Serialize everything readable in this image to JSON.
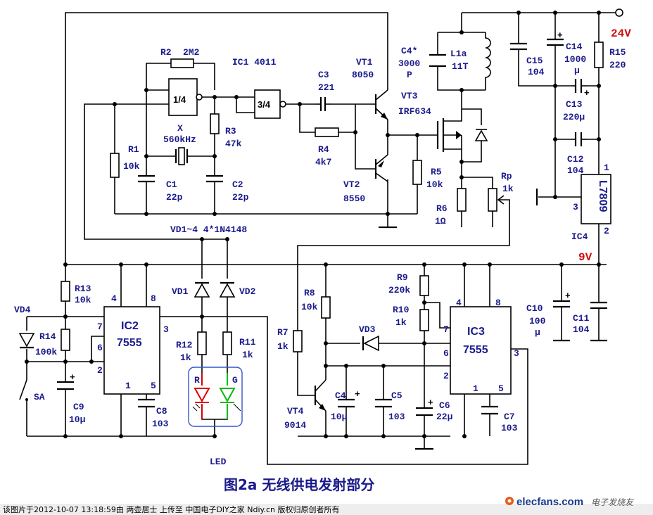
{
  "figure": {
    "title": "图2a  无线供电发射部分",
    "footer": "该图片于2012-10-07 13:18:59由 两壶居士 上传至 中国电子DIY之家 Ndiy.cn 版权归原创者所有",
    "watermark": "elecfans.com",
    "watermark_cn": "电子发烧友"
  },
  "ic_labels": {
    "ic1": "IC1  4011",
    "gate_a": "1/4",
    "gate_b": "3/4",
    "ic2_name": "IC2",
    "ic2_type": "7555",
    "ic3_name": "IC3",
    "ic3_type": "7555",
    "ic4_type": "L7809",
    "ic4_name": "IC4"
  },
  "pins": {
    "ic2": [
      "4",
      "8",
      "7",
      "3",
      "6",
      "2",
      "1",
      "5"
    ],
    "ic3": [
      "4",
      "8",
      "7",
      "3",
      "6",
      "2",
      "1",
      "5"
    ],
    "ic4": [
      "1",
      "3",
      "2"
    ]
  },
  "rails": {
    "v24": "24V",
    "v9": "9V"
  },
  "components": {
    "r2": "R2",
    "r2v": "2M2",
    "r1": "R1",
    "r1v": "10k",
    "r3": "R3",
    "r3v": "47k",
    "xtal": "X",
    "xtalv": "560kHz",
    "c1": "C1",
    "c1v": "22p",
    "c2": "C2",
    "c2v": "22p",
    "c3": "C3",
    "c3v": "221",
    "r4": "R4",
    "r4v": "4k7",
    "vt1": "VT1",
    "vt1v": "8050",
    "vt2": "VT2",
    "vt2v": "8550",
    "r5": "R5",
    "r5v": "10k",
    "c4s": "C4*",
    "c4sv1": "3000",
    "c4sv2": "P",
    "l1a": "L1a",
    "l1av": "11T",
    "vt3": "VT3",
    "vt3v": "IRF634",
    "r6": "R6",
    "r6v": "1Ω",
    "rp": "Rp",
    "rpv": "1k",
    "c15": "C15",
    "c15v": "104",
    "c14": "C14",
    "c14v1": "1000",
    "c14v2": "μ",
    "r15": "R15",
    "r15v": "220",
    "c13": "C13",
    "c13v": "220μ",
    "c12": "C12",
    "c12v": "104",
    "vd_note": "VD1~4  4*1N4148",
    "vd1": "VD1",
    "vd2": "VD2",
    "r12": "R12",
    "r12v": "1k",
    "r11": "R11",
    "r11v": "1k",
    "led_r": "R",
    "led_g": "G",
    "led": "LED",
    "r13": "R13",
    "r13v": "10k",
    "vd4": "VD4",
    "r14": "R14",
    "r14v": "100k",
    "sa": "SA",
    "c9": "C9",
    "c9v": "10μ",
    "c8": "C8",
    "c8v": "103",
    "r8": "R8",
    "r8v": "10k",
    "r7": "R7",
    "r7v": "1k",
    "vd3": "VD3",
    "r9": "R9",
    "r9v": "220k",
    "r10": "R10",
    "r10v": "1k",
    "vt4": "VT4",
    "vt4v": "9014",
    "c4": "C4",
    "c4v": "10μ",
    "c5": "C5",
    "c5v": "103",
    "c6": "C6",
    "c6v": "22μ",
    "c7": "C7",
    "c7v": "103",
    "c10": "C10",
    "c10v1": "100",
    "c10v2": "μ",
    "c11": "C11",
    "c11v": "104"
  },
  "colors": {
    "label": "#1a1a8c",
    "rail": "#cc1111",
    "led_red": "#dd0000",
    "led_green": "#00bb00",
    "led_box": "#3355cc"
  }
}
